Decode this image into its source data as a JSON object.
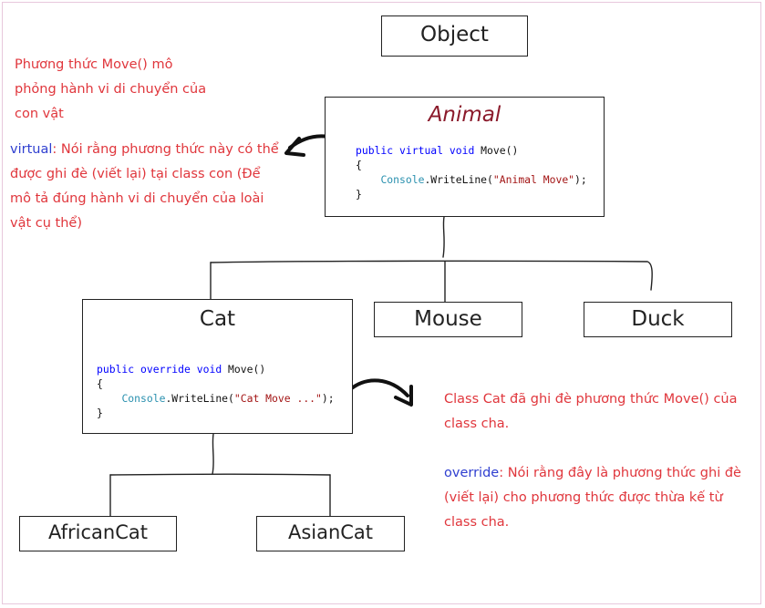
{
  "classes": {
    "object": "Object",
    "animal": "Animal",
    "cat": "Cat",
    "mouse": "Mouse",
    "duck": "Duck",
    "african_cat": "AfricanCat",
    "asian_cat": "AsianCat"
  },
  "animal_code": {
    "line1_kw1": "public",
    "line1_kw2": "virtual",
    "line1_kw3": "void",
    "line1_rest": " Move()",
    "line2": "{",
    "line3_type": "Console",
    "line3_mid": ".WriteLine(",
    "line3_str": "\"Animal Move\"",
    "line3_end": ");",
    "line4": "}"
  },
  "cat_code": {
    "line1_kw1": "public",
    "line1_kw2": "override",
    "line1_kw3": "void",
    "line1_rest": " Move()",
    "line2": "{",
    "line3_type": "Console",
    "line3_mid": ".WriteLine(",
    "line3_str": "\"Cat Move ...\"",
    "line3_end": ");",
    "line4": "}"
  },
  "notes": {
    "move_desc": "Phương thức Move() mô phỏng hành vi di chuyển của con vật",
    "virtual_kw": "virtual",
    "virtual_desc": ": Nói rằng phương thức này có thể được ghi đè (viết lại) tại class con (Để mô tả đúng hành vi di chuyển của loài vật cụ thể)",
    "cat_override": "Class Cat đã ghi đè phương thức Move() của class cha.",
    "override_kw": "override",
    "override_desc": ": Nói rằng đây là phương thức ghi đè (viết lại) cho phương thức được thừa kế từ class cha."
  },
  "colors": {
    "note_red": "#e0363c",
    "keyword_blue": "#2f3fd0",
    "animal_title": "#8b1a2b"
  }
}
